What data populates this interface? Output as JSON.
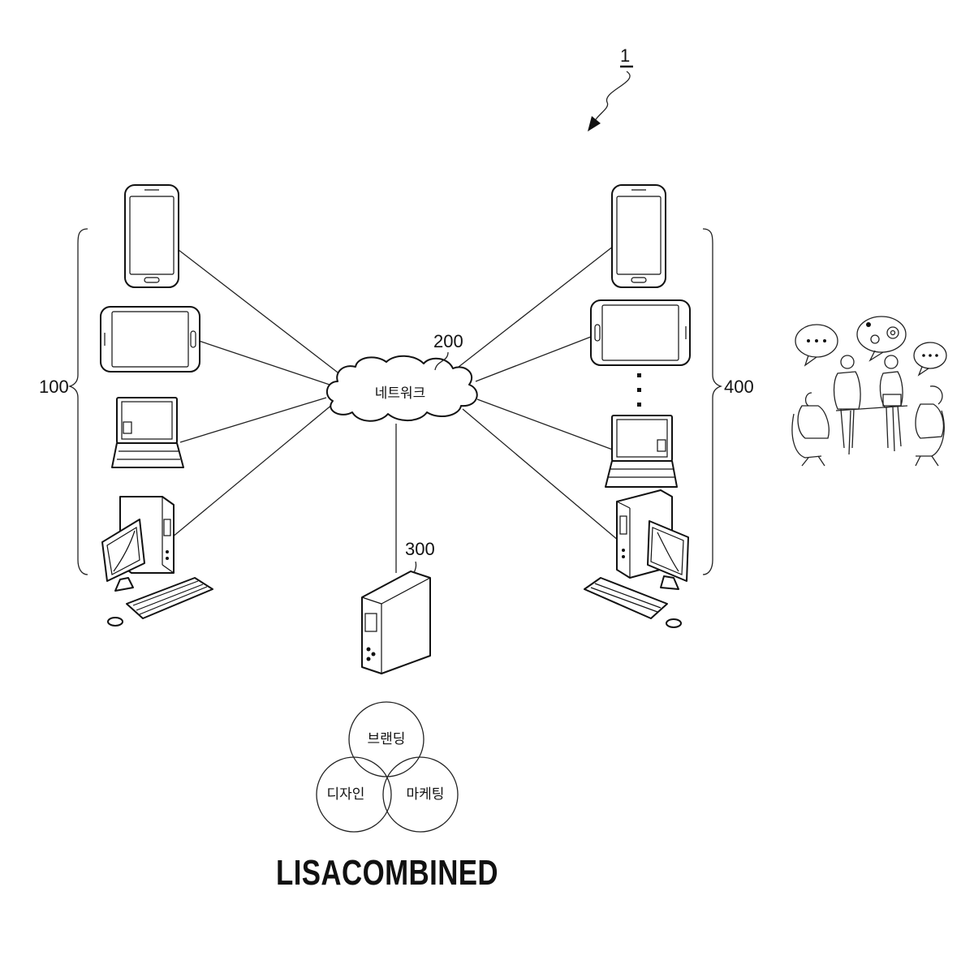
{
  "figure": {
    "system_ref": "1",
    "network": {
      "ref": "200",
      "label": "네트워크"
    },
    "client_group": {
      "ref": "100"
    },
    "partner_group": {
      "ref": "400"
    },
    "server": {
      "ref": "300"
    },
    "venn": {
      "circles": [
        {
          "label": "브랜딩"
        },
        {
          "label": "디자인"
        },
        {
          "label": "마케팅"
        }
      ]
    },
    "brand": {
      "text": "LISACOMBINED"
    }
  }
}
